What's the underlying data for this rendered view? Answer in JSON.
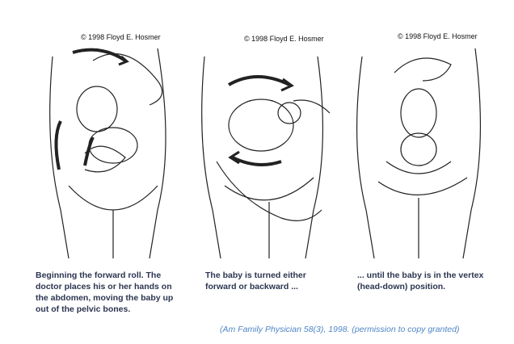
{
  "panels": [
    {
      "copyright": "© 1998 Floyd E. Hosmer",
      "caption": "Beginning the forward roll. The doctor places his or her hands on the abdomen, moving the baby up out of the pelvic bones."
    },
    {
      "copyright": "© 1998 Floyd E. Hosmer",
      "caption": "The baby is turned either forward or backward ..."
    },
    {
      "copyright": "© 1998 Floyd E. Hosmer",
      "caption": "... until the baby is in the vertex (head-down) position."
    }
  ],
  "citation": "(Am Family Physician 58(3), 1998. (permission to copy granted)"
}
